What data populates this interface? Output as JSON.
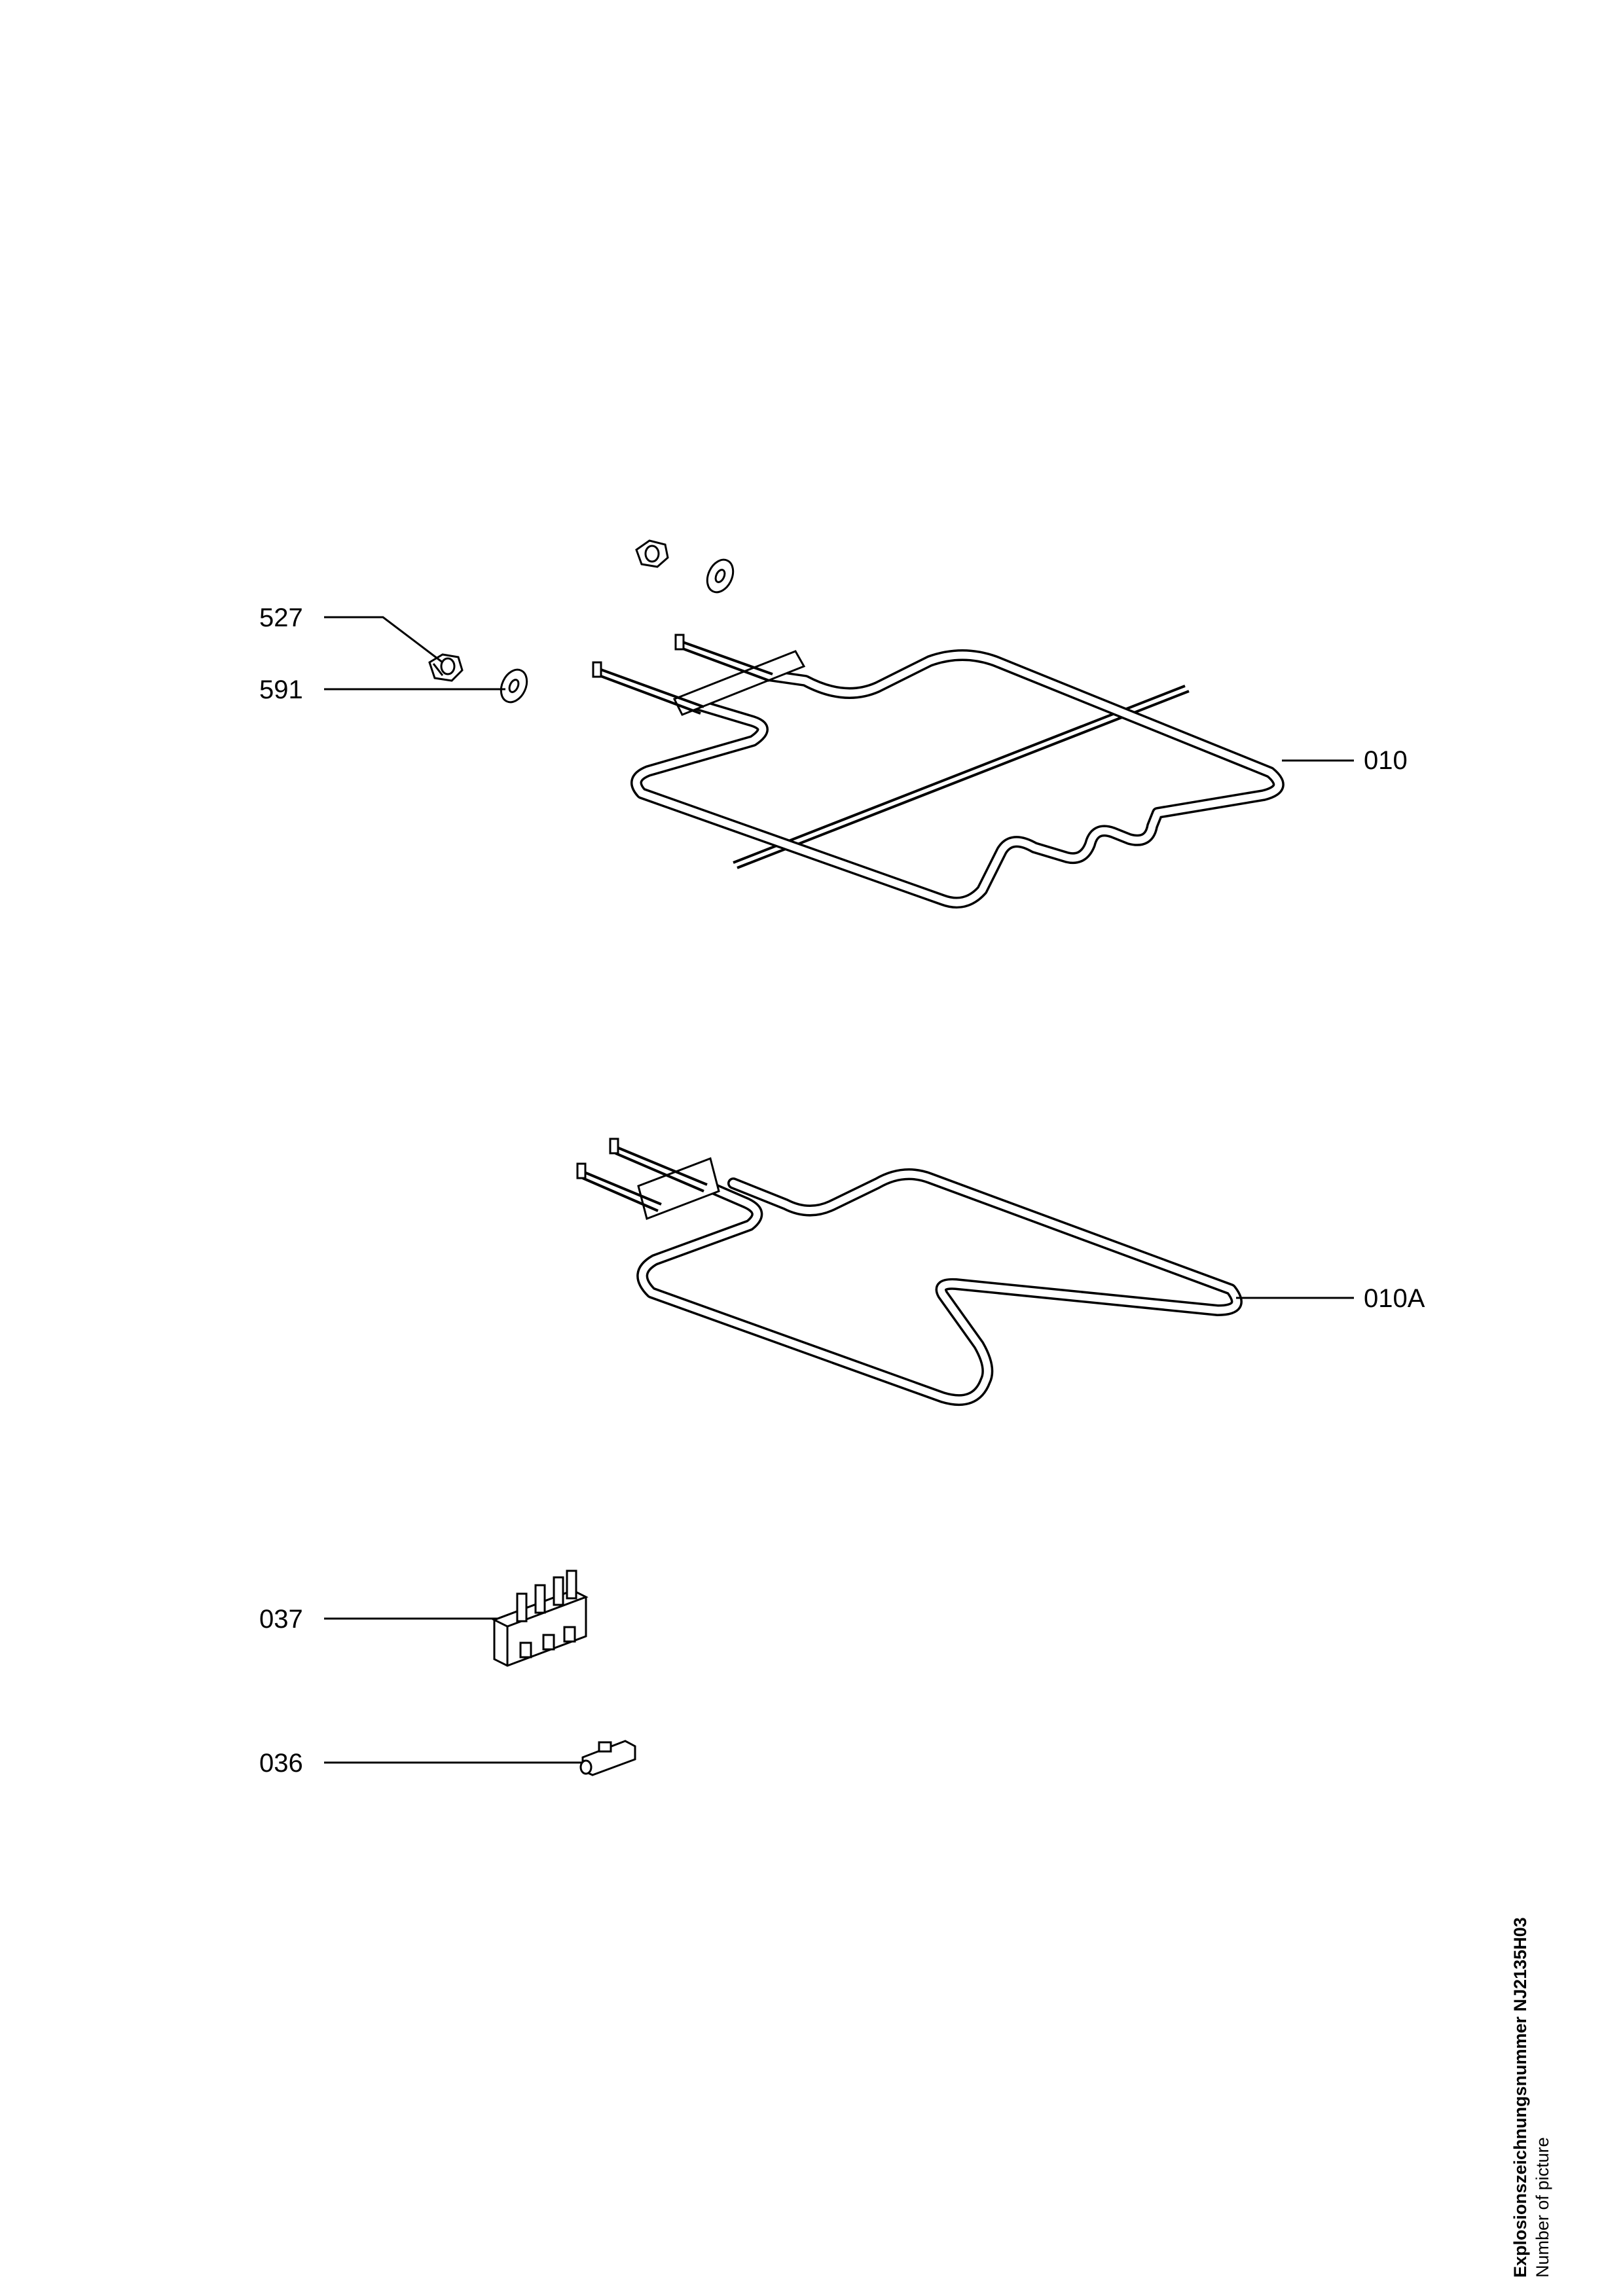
{
  "callouts": {
    "c527": "527",
    "c591": "591",
    "c010": "010",
    "c010a": "010A",
    "c037": "037",
    "c036": "036"
  },
  "caption": {
    "title": "Explosionszeichnungsnummer",
    "number": "NJ2135H03",
    "subtitle": "Number of picture"
  }
}
